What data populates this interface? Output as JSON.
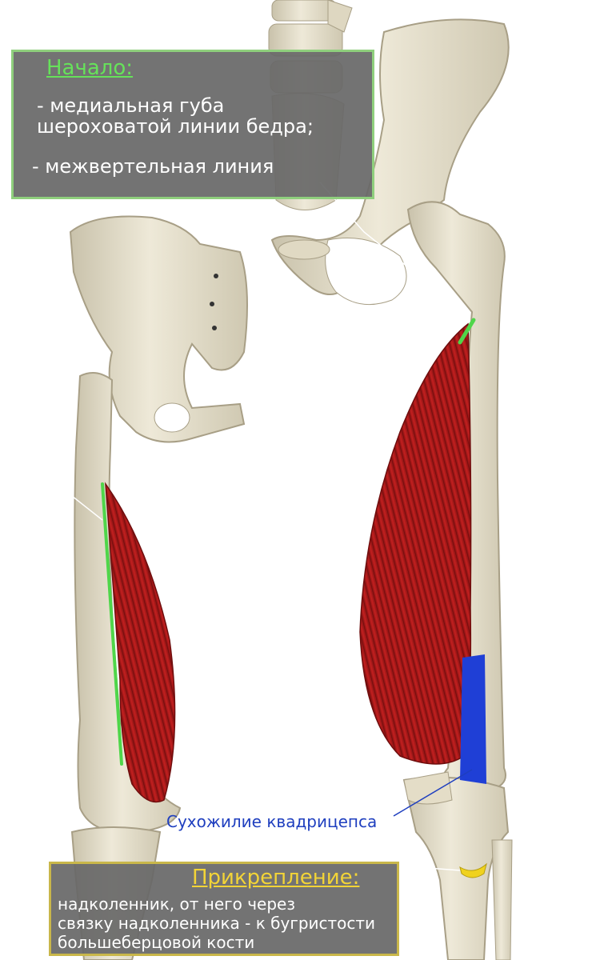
{
  "origin": {
    "title": "Начало:",
    "lines": [
      "- медиальная губа",
      "шероховатой линии бедра;",
      "- межвертельная линия"
    ],
    "color": "#66e25a",
    "border_color": "#8fcf7d"
  },
  "insertion": {
    "title": "Прикрепление:",
    "lines": [
      "надколенник, от него через",
      "связку надколенника - к бугристости",
      "большеберцовой кости"
    ],
    "color": "#f2d437",
    "border_color": "#c9b74a"
  },
  "tendon": {
    "label": "Сухожилие квадрицепса",
    "color": "#1f3fbf"
  },
  "colors": {
    "bone": "#e6e0cc",
    "muscle": "#b51c1c",
    "origin_marker": "#4fd64a",
    "tendon_marker": "#1f3fd6",
    "insertion_marker": "#f0d21e"
  }
}
